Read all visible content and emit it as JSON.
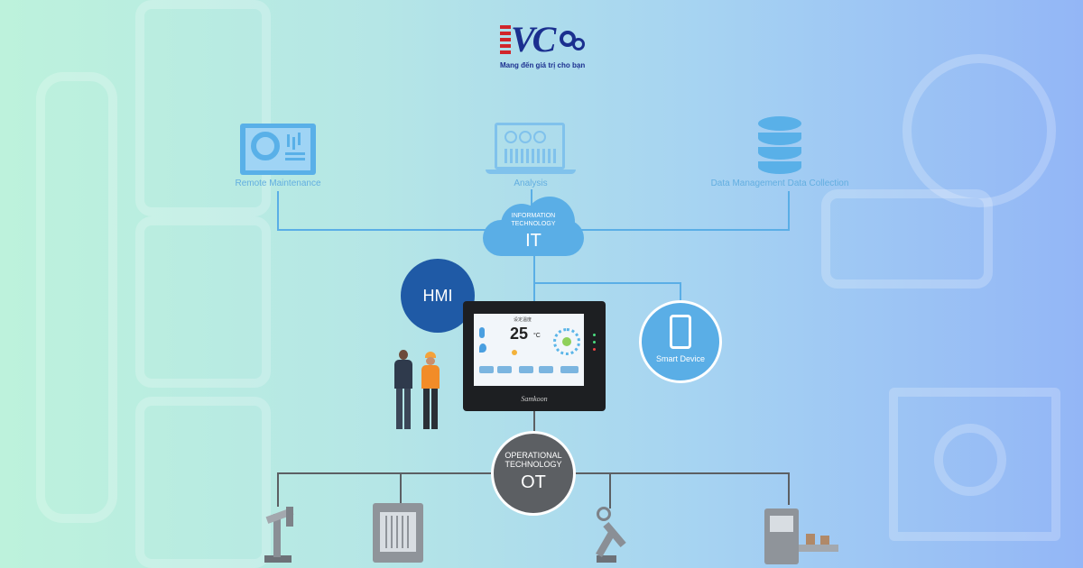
{
  "logo": {
    "letters": "VC",
    "tagline": "Mang đến giá trị cho bạn"
  },
  "it_items": [
    {
      "label": "Remote Maintenance",
      "icon": "monitor-dashboard-icon"
    },
    {
      "label": "Analysis",
      "icon": "laptop-analysis-icon"
    },
    {
      "label": "Data Management  Data Collection",
      "icon": "database-icon"
    }
  ],
  "it": {
    "line1": "INFORMATION",
    "line2": "TECHNOLOGY",
    "abbr": "IT"
  },
  "hmi": {
    "label": "HMI"
  },
  "smart_device": {
    "label": "Smart Device"
  },
  "hmi_screen": {
    "title": "设定温度",
    "temperature": "25",
    "unit": "°C",
    "brand": "Samkoon"
  },
  "ot": {
    "line1": "OPERATIONAL",
    "line2": "TECHNOLOGY",
    "abbr": "OT"
  },
  "ot_devices": [
    "robot-arm-drill-icon",
    "cnc-machine-icon",
    "robotic-arm-icon",
    "production-line-icon"
  ],
  "colors": {
    "it_blue": "#5aaee6",
    "hmi_navy": "#1f5aa6",
    "ot_gray": "#5c5f63",
    "logo_navy": "#1b2f8f",
    "logo_red": "#d1262b"
  }
}
